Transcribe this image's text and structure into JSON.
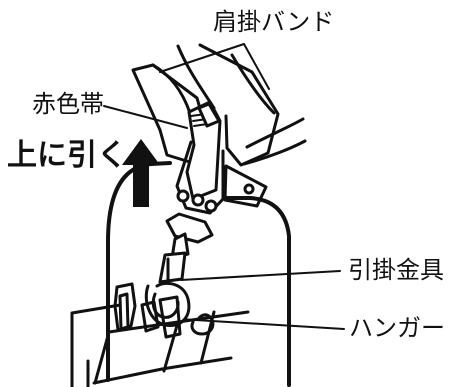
{
  "labels": {
    "shoulder_band": "肩掛バンド",
    "red_band": "赤色帯",
    "pull_up": "上に引く",
    "hook_fitting": "引掛金具",
    "hanger": "ハンガー"
  },
  "colors": {
    "line": "#111111",
    "background": "#ffffff"
  },
  "icons": {
    "arrow": "up-arrow-icon"
  }
}
